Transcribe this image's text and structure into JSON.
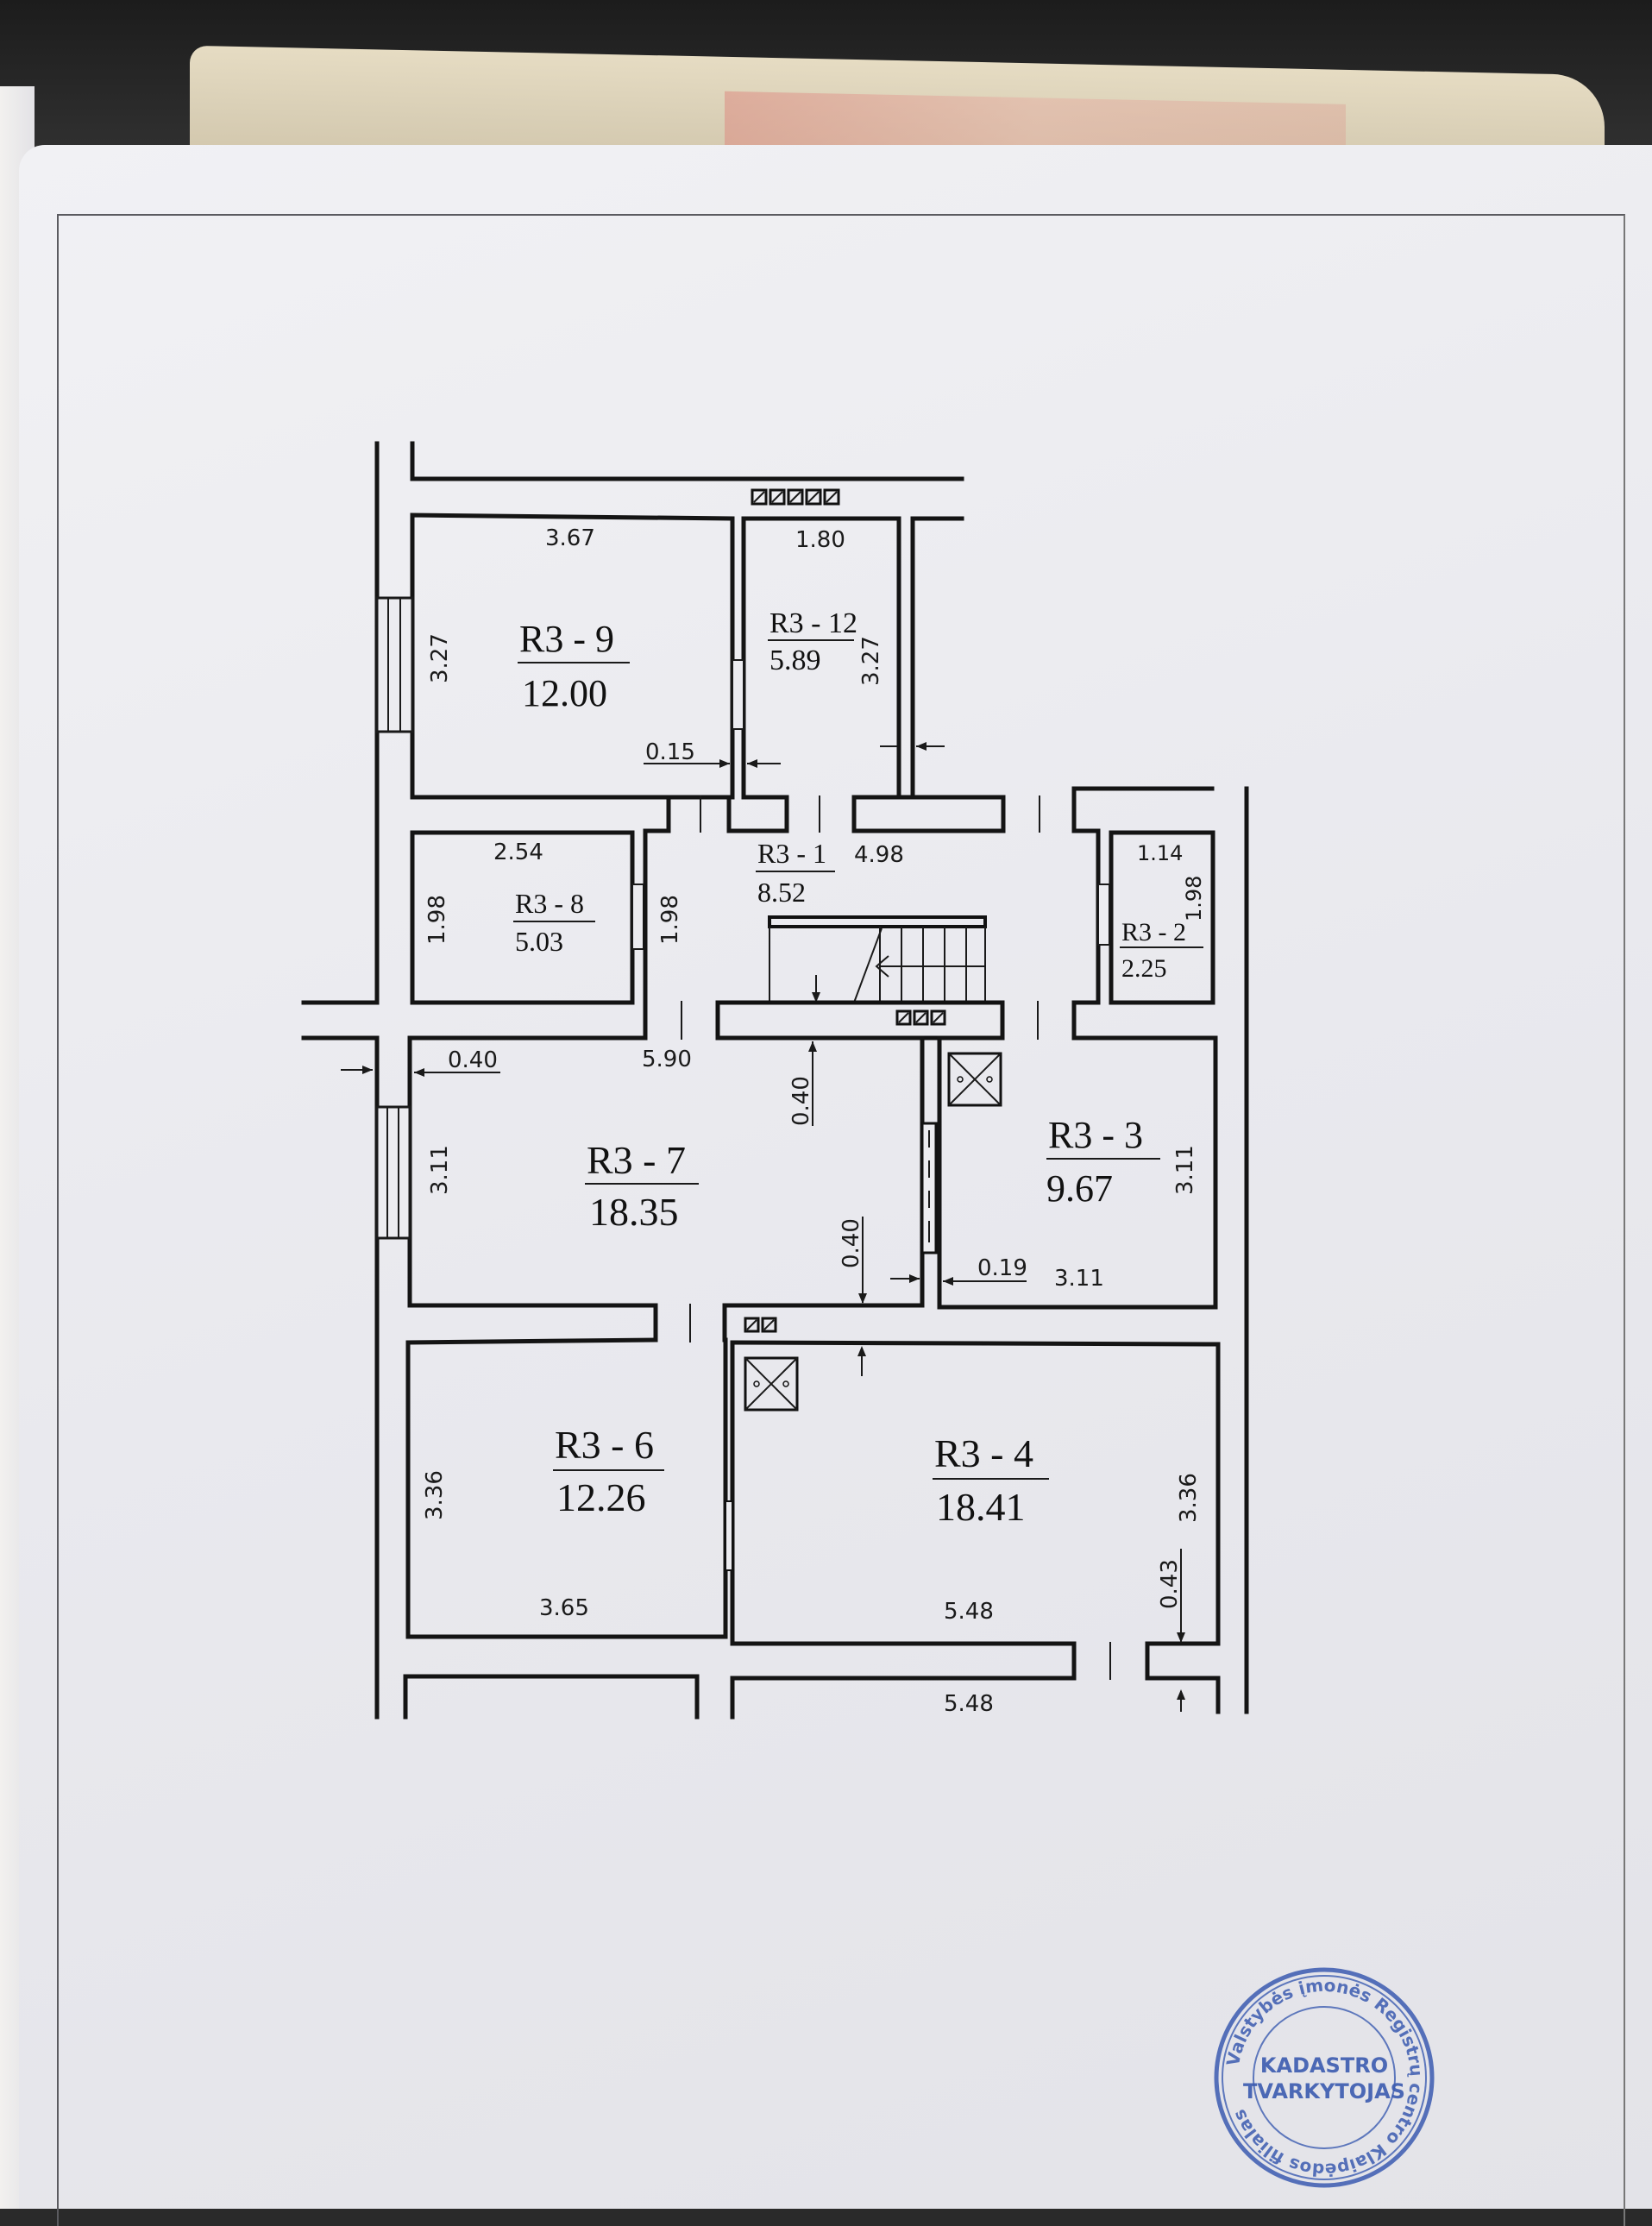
{
  "document": {
    "type": "floor-plan",
    "floor_code": "R3"
  },
  "rooms": [
    {
      "id": "R3-9",
      "label": "R3 - 9",
      "area": "12.00",
      "width": "3.67",
      "height": "3.27"
    },
    {
      "id": "R3-12",
      "label": "R3 - 12",
      "area": "5.89",
      "width": "1.80",
      "height": "3.27"
    },
    {
      "id": "R3-8",
      "label": "R3 - 8",
      "area": "5.03",
      "width": "2.54",
      "height": "1.98"
    },
    {
      "id": "R3-1",
      "label": "R3 - 1",
      "area": "8.52",
      "width": "4.98",
      "height": "1.98"
    },
    {
      "id": "R3-2",
      "label": "R3 - 2",
      "area": "2.25",
      "width": "1.14",
      "height": "1.98"
    },
    {
      "id": "R3-7",
      "label": "R3 - 7",
      "area": "18.35",
      "width": "5.90",
      "height": "3.11"
    },
    {
      "id": "R3-3",
      "label": "R3 - 3",
      "area": "9.67",
      "width": "3.11",
      "height": "3.11"
    },
    {
      "id": "R3-6",
      "label": "R3 - 6",
      "area": "12.26",
      "width": "3.65",
      "height": "3.36"
    },
    {
      "id": "R3-4",
      "label": "R3 - 4",
      "area": "18.41",
      "width": "5.48",
      "height": "3.36"
    }
  ],
  "extra_dimensions": {
    "r3_9_wall_gap": "0.15",
    "r3_7_offset_left": "0.40",
    "r3_7_offset_top": "0.40",
    "r3_7_offset_bottom": "0.40",
    "r3_3_offset": "0.19",
    "r3_4_offset": "0.43",
    "bottom_width": "5.48"
  },
  "stamp": {
    "center_line1": "KADASTRO",
    "center_line2": "TVARKYTOJAS",
    "ring_text": "Valstybės įmonės Registrų centro Klaipėdos filialas",
    "color": "#3b5bb0"
  }
}
